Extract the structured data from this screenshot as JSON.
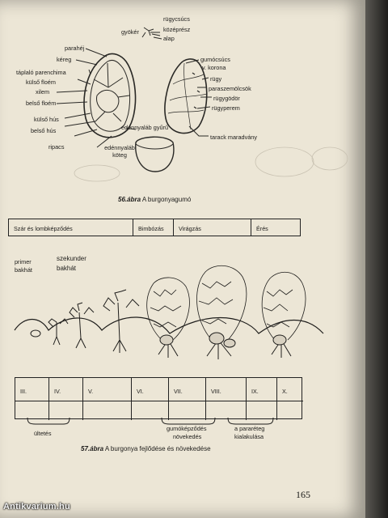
{
  "figure56": {
    "labels_left": {
      "parahej": "parahéj",
      "kereg": "kéreg",
      "taplalo": "táplaló parenchima",
      "kulso_floem": "külső floém",
      "xilem": "xilem",
      "belso_floem": "belső floém",
      "kulso_hus": "külső hús",
      "belso_hus": "belső hús",
      "ripacs": "ripacs",
      "edenynyalab_kotieg": "edénnyaláb köteg",
      "edenynyalab_gyuru": "edénnyaláb gyűrű"
    },
    "labels_top": {
      "rugycsucs": "rügycsúcs",
      "gyoker": "gyökér",
      "kozepresz": "középrész",
      "alap": "alap"
    },
    "labels_right": {
      "gumocsucs": "gumócsúcs",
      "v_korona": "v. korona",
      "rugy": "rügy",
      "paraszemolcsok": "paraszemölcsök",
      "rugygodor": "rügygödör",
      "rugyperem": "rügyperem",
      "tarack": "tarack maradvány"
    },
    "caption_num": "56.ábra",
    "caption_text": " A burgonyagumó"
  },
  "figure57": {
    "phases": [
      "Szár és lombképződés",
      "Bimbózás",
      "Virágzás",
      "Érés"
    ],
    "primer": "primer",
    "bakhat1": "bakhát",
    "szekunder": "szekunder",
    "bakhat2": "bakhát",
    "stages": [
      "III.",
      "IV.",
      "V.",
      "VI.",
      "VII.",
      "VIII.",
      "IX.",
      "X."
    ],
    "ultetes": "ültetés",
    "gumokepzodes": "gumóképződés",
    "novekedes": "növekedés",
    "a_paraerteg": "a pararéteg",
    "kialakulasa": "kialakulása",
    "caption_num": "57.ábra",
    "caption_text": " A burgonya fejlődése és növekedése"
  },
  "page_number": "165",
  "watermark": "Antikvarium.hu"
}
